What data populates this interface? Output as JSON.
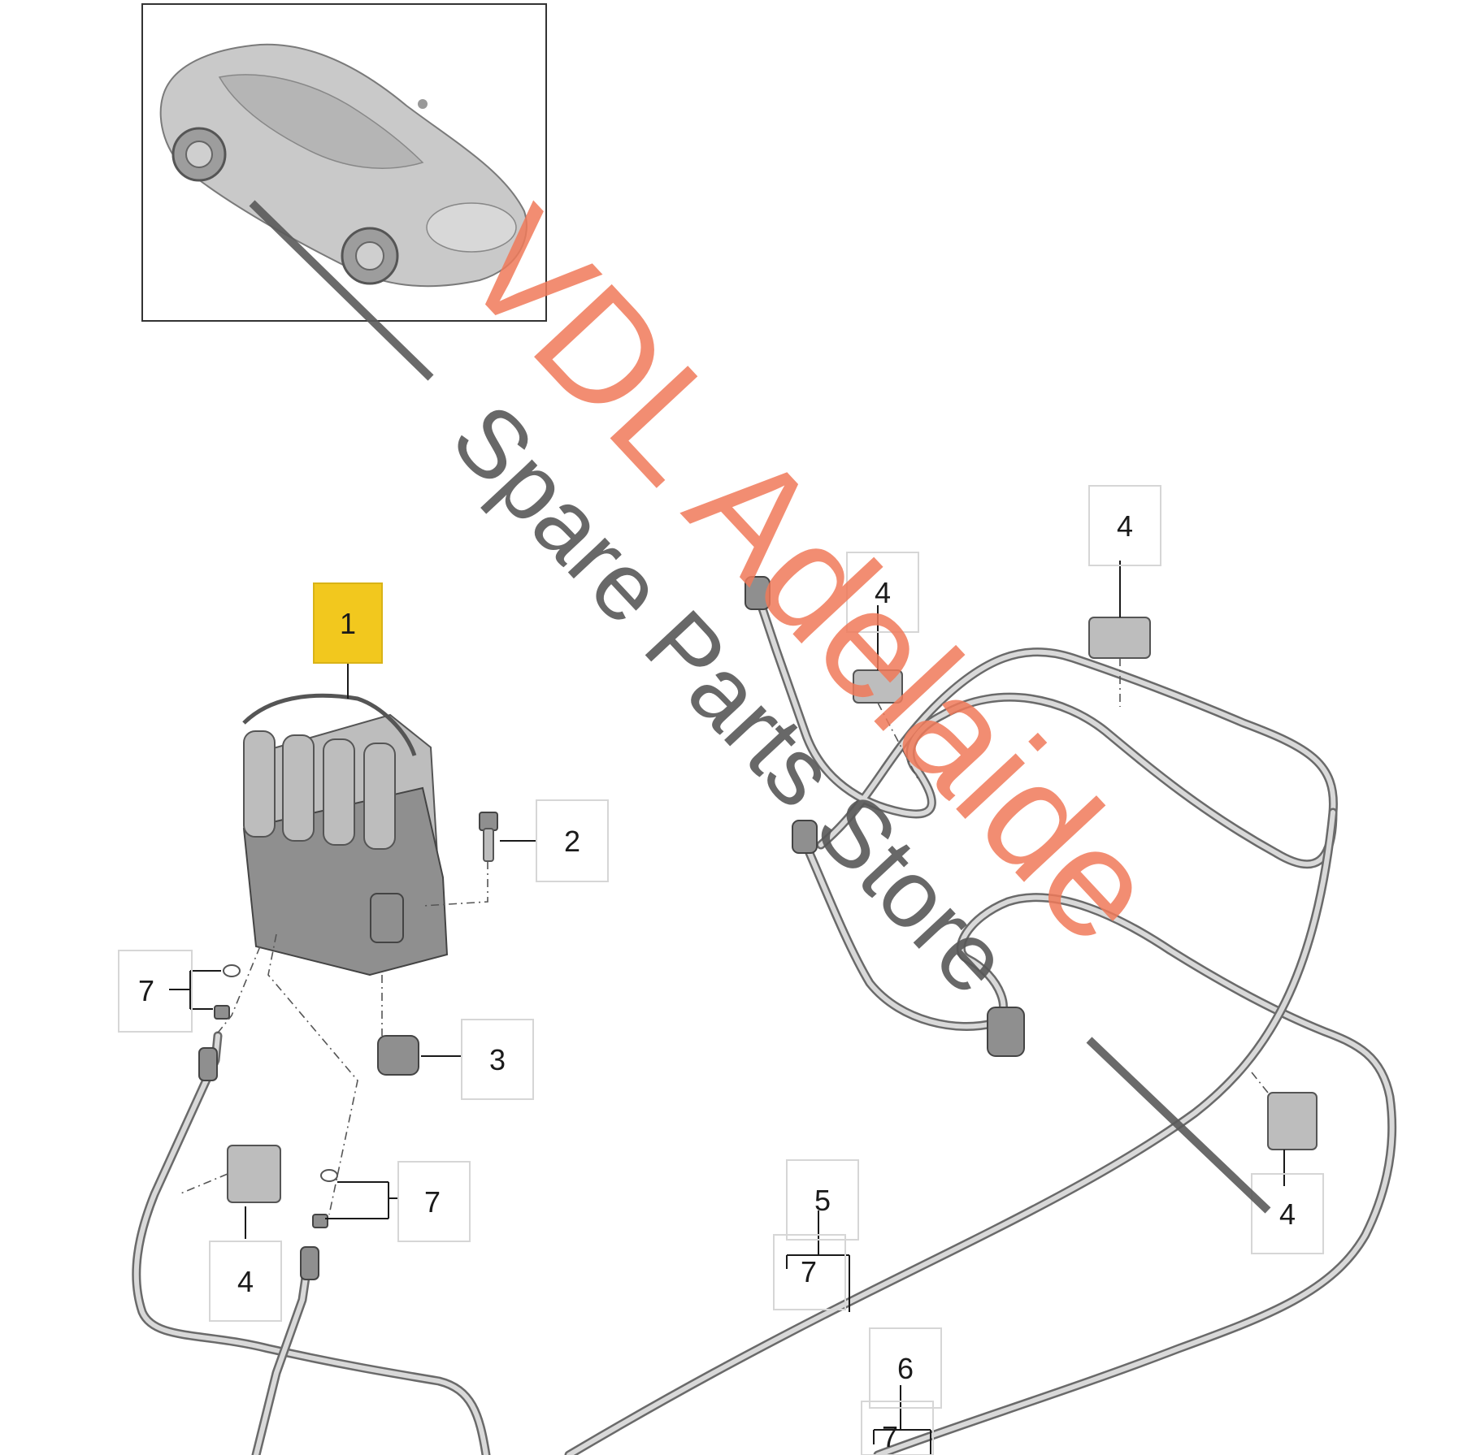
{
  "callouts": {
    "c1": "1",
    "c2": "2",
    "c3": "3",
    "c4a": "4",
    "c4b": "4",
    "c4c": "4",
    "c4d": "4",
    "c5": "5",
    "c6": "6",
    "c7a": "7",
    "c7b": "7",
    "c7c": "7",
    "c7d": "7"
  },
  "watermark": {
    "line1": "VDL Adelaide",
    "line2": "Spare Parts Store"
  },
  "colors": {
    "highlight": "#f2c81e",
    "watermark_primary": "#f07a5a",
    "watermark_secondary": "#585858"
  }
}
